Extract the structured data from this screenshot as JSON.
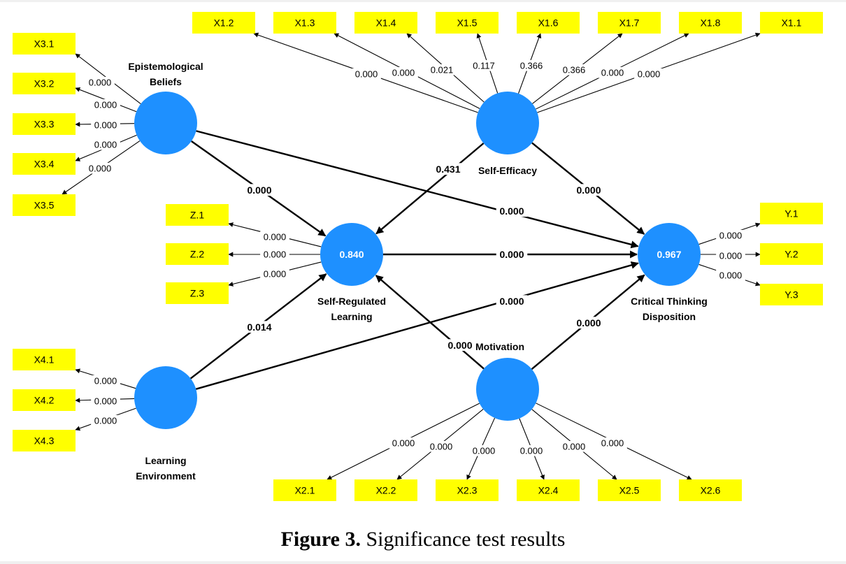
{
  "caption": {
    "label": "Figure 3.",
    "text": "Significance test results"
  },
  "colors": {
    "latent": "#1e90ff",
    "indicator": "#ffff00",
    "edge": "#000000"
  },
  "latents": [
    {
      "id": "EB",
      "label": "Epistemological Beliefs",
      "value": ""
    },
    {
      "id": "SE",
      "label": "Self-Efficacy",
      "value": ""
    },
    {
      "id": "SRL",
      "label": "Self-Regulated Learning",
      "value": "0.840"
    },
    {
      "id": "CTD",
      "label": "Critical Thinking Disposition",
      "value": "0.967"
    },
    {
      "id": "LE",
      "label": "Learning Environment",
      "value": ""
    },
    {
      "id": "MOT",
      "label": "Motivation",
      "value": ""
    }
  ],
  "indicators": [
    {
      "label": "X3.1",
      "latent": "EB",
      "p": "0.000"
    },
    {
      "label": "X3.2",
      "latent": "EB",
      "p": "0.000"
    },
    {
      "label": "X3.3",
      "latent": "EB",
      "p": "0.000"
    },
    {
      "label": "X3.4",
      "latent": "EB",
      "p": "0.000"
    },
    {
      "label": "X3.5",
      "latent": "EB",
      "p": "0.000"
    },
    {
      "label": "X1.2",
      "latent": "SE",
      "p": "0.000"
    },
    {
      "label": "X1.3",
      "latent": "SE",
      "p": "0.000"
    },
    {
      "label": "X1.4",
      "latent": "SE",
      "p": "0.021"
    },
    {
      "label": "X1.5",
      "latent": "SE",
      "p": "0.117"
    },
    {
      "label": "X1.6",
      "latent": "SE",
      "p": "0.366"
    },
    {
      "label": "X1.7",
      "latent": "SE",
      "p": "0.366"
    },
    {
      "label": "X1.8",
      "latent": "SE",
      "p": "0.000"
    },
    {
      "label": "X1.1",
      "latent": "SE",
      "p": "0.000"
    },
    {
      "label": "Z.1",
      "latent": "SRL",
      "p": "0.000"
    },
    {
      "label": "Z.2",
      "latent": "SRL",
      "p": "0.000"
    },
    {
      "label": "Z.3",
      "latent": "SRL",
      "p": "0.000"
    },
    {
      "label": "Y.1",
      "latent": "CTD",
      "p": "0.000"
    },
    {
      "label": "Y.2",
      "latent": "CTD",
      "p": "0.000"
    },
    {
      "label": "Y.3",
      "latent": "CTD",
      "p": "0.000"
    },
    {
      "label": "X4.1",
      "latent": "LE",
      "p": "0.000"
    },
    {
      "label": "X4.2",
      "latent": "LE",
      "p": "0.000"
    },
    {
      "label": "X4.3",
      "latent": "LE",
      "p": "0.000"
    },
    {
      "label": "X2.1",
      "latent": "MOT",
      "p": "0.000"
    },
    {
      "label": "X2.2",
      "latent": "MOT",
      "p": "0.000"
    },
    {
      "label": "X2.3",
      "latent": "MOT",
      "p": "0.000"
    },
    {
      "label": "X2.4",
      "latent": "MOT",
      "p": "0.000"
    },
    {
      "label": "X2.5",
      "latent": "MOT",
      "p": "0.000"
    },
    {
      "label": "X2.6",
      "latent": "MOT",
      "p": "0.000"
    }
  ],
  "paths": [
    {
      "from": "EB",
      "to": "SRL",
      "p": "0.000"
    },
    {
      "from": "EB",
      "to": "CTD",
      "p": "0.000"
    },
    {
      "from": "SE",
      "to": "SRL",
      "p": "0.431"
    },
    {
      "from": "SE",
      "to": "CTD",
      "p": "0.000"
    },
    {
      "from": "SRL",
      "to": "CTD",
      "p": "0.000"
    },
    {
      "from": "LE",
      "to": "SRL",
      "p": "0.014"
    },
    {
      "from": "LE",
      "to": "CTD",
      "p": "0.000"
    },
    {
      "from": "MOT",
      "to": "SRL",
      "p": "0.000"
    },
    {
      "from": "MOT",
      "to": "CTD",
      "p": "0.000"
    }
  ]
}
